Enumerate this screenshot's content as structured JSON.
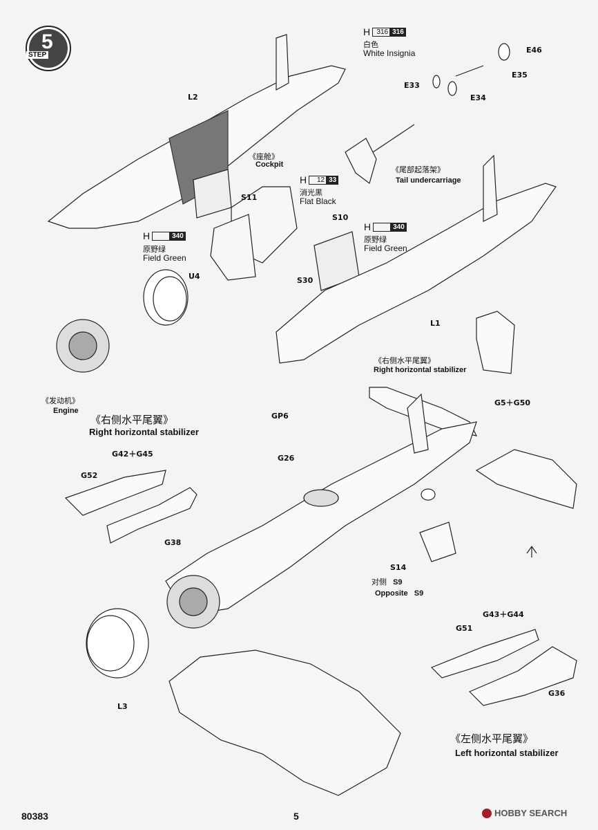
{
  "step": {
    "number": "5",
    "word": "STEP"
  },
  "paints": {
    "white": {
      "h": "H",
      "code_box": "316",
      "code_dark": "316",
      "cn": "白色",
      "en": "White Insignia"
    },
    "flat_black": {
      "h": "H",
      "code_box": "12",
      "code_dark": "33",
      "cn": "消光黑",
      "en": "Flat Black"
    },
    "field_green_left": {
      "h": "H",
      "code_box": "",
      "code_dark": "340",
      "cn": "原野绿",
      "en": "Field Green"
    },
    "field_green_right": {
      "h": "H",
      "code_box": "",
      "code_dark": "340",
      "cn": "原野绿",
      "en": "Field Green"
    }
  },
  "callouts": {
    "cockpit": {
      "cn": "《座舱》",
      "en": "Cockpit"
    },
    "tail_gear": {
      "cn": "《尾部起落架》",
      "en": "Tail undercarriage"
    },
    "engine": {
      "cn": "《发动机》",
      "en": "Engine"
    },
    "right_stab_top": {
      "cn": "《右侧水平尾翼》",
      "en": "Right horizontal stabilizer"
    },
    "right_stab_left": {
      "cn": "《右侧水平尾翼》",
      "en": "Right horizontal stabilizer"
    },
    "left_stab": {
      "cn": "《左侧水平尾翼》",
      "en": "Left horizontal stabilizer"
    },
    "opposite": {
      "cn": "对侧",
      "part_cn": "S9",
      "en": "Opposite",
      "part_en": "S9"
    }
  },
  "parts": {
    "l2": "L2",
    "e46": "E46",
    "e35": "E35",
    "e33": "E33",
    "e34": "E34",
    "s11": "S11",
    "s10": "S10",
    "s30": "S30",
    "u4": "U4",
    "l1": "L1",
    "g5g50": "G5＋G50",
    "gp6": "GP6",
    "g26": "G26",
    "g42g45": "G42＋G45",
    "g52": "G52",
    "g38": "G38",
    "s14": "S14",
    "l3": "L3",
    "g43g44": "G43＋G44",
    "g51": "G51",
    "g36": "G36"
  },
  "footer": {
    "kit_number": "80383",
    "page_number": "5",
    "watermark": "HOBBY SEARCH"
  }
}
